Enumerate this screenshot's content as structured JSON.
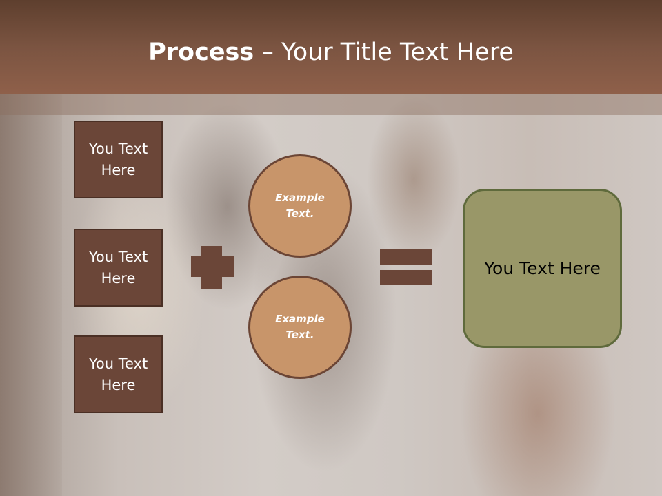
{
  "slide": {
    "title_bold": "Process",
    "title_rest": " – Your Title Text Here"
  },
  "left_boxes": [
    {
      "label": "You Text Here"
    },
    {
      "label": "You Text Here"
    },
    {
      "label": "You Text Here"
    }
  ],
  "circles": [
    {
      "label": "Example Text."
    },
    {
      "label": "Example Text."
    }
  ],
  "result": {
    "label": "You Text Here"
  },
  "colors": {
    "header": "#7b5441",
    "box_fill": "#6b4638",
    "circle_fill": "#c8956a",
    "result_fill": "#999768",
    "operator": "#6b4638"
  },
  "icons": {
    "plus": "plus-sign",
    "equals": "equals-sign"
  }
}
